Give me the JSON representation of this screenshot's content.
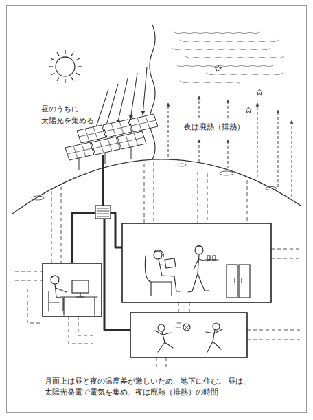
{
  "diagram": {
    "caption": "月面上は昼と夜の温度差が激しいため、地下に住む。 昼は、太陽光発電で電気を集め、夜は廃熱（排熱）の時間",
    "labels": [
      "昼のうちに 太陽光を集める",
      "夜は廃熱（排熱）"
    ]
  }
}
